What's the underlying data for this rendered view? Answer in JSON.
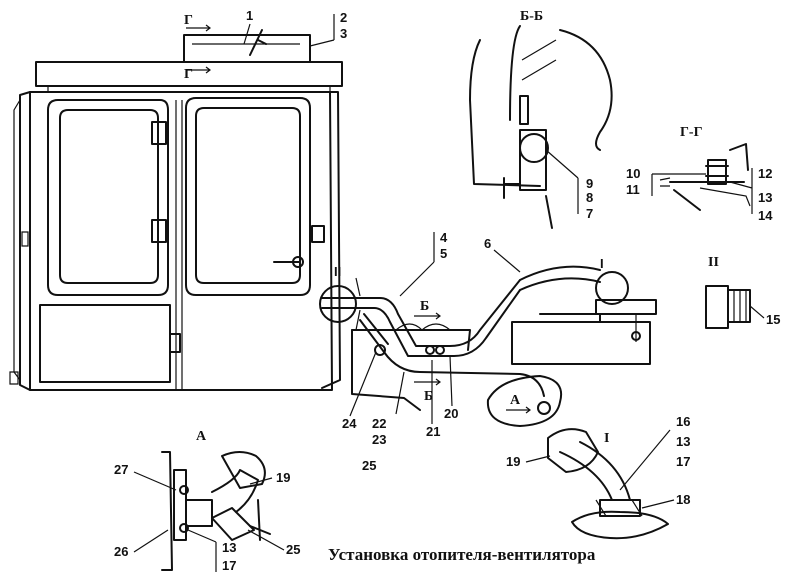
{
  "caption": "Установка отопителя-вентилятора",
  "views": {
    "section_bb": "Б-Б",
    "section_gg": "Г-Г",
    "view_a": "А",
    "detail_1": "I",
    "detail_2": "II",
    "detail_2_label": "II",
    "detail_1_label": "I",
    "cut_g_top": "Г",
    "cut_g_mid": "Г",
    "cut_b_left": "Б",
    "cut_b_lower": "Б",
    "view_a_arrow": "А"
  },
  "callouts": {
    "n1": "1",
    "n2": "2",
    "n3": "3",
    "n4": "4",
    "n5": "5",
    "n6": "6",
    "n7": "7",
    "n8": "8",
    "n9": "9",
    "n10": "10",
    "n11": "11",
    "n12": "12",
    "n13": "13",
    "n14": "14",
    "n15": "15",
    "n16": "16",
    "n13b": "13",
    "n17": "17",
    "n18": "18",
    "n19": "19",
    "n20": "20",
    "n21": "21",
    "n22": "22",
    "n23": "23",
    "n24": "24",
    "n25": "25",
    "n19a": "19",
    "n25a": "25",
    "n26": "26",
    "n27": "27",
    "n13a": "13",
    "n17a": "17"
  }
}
